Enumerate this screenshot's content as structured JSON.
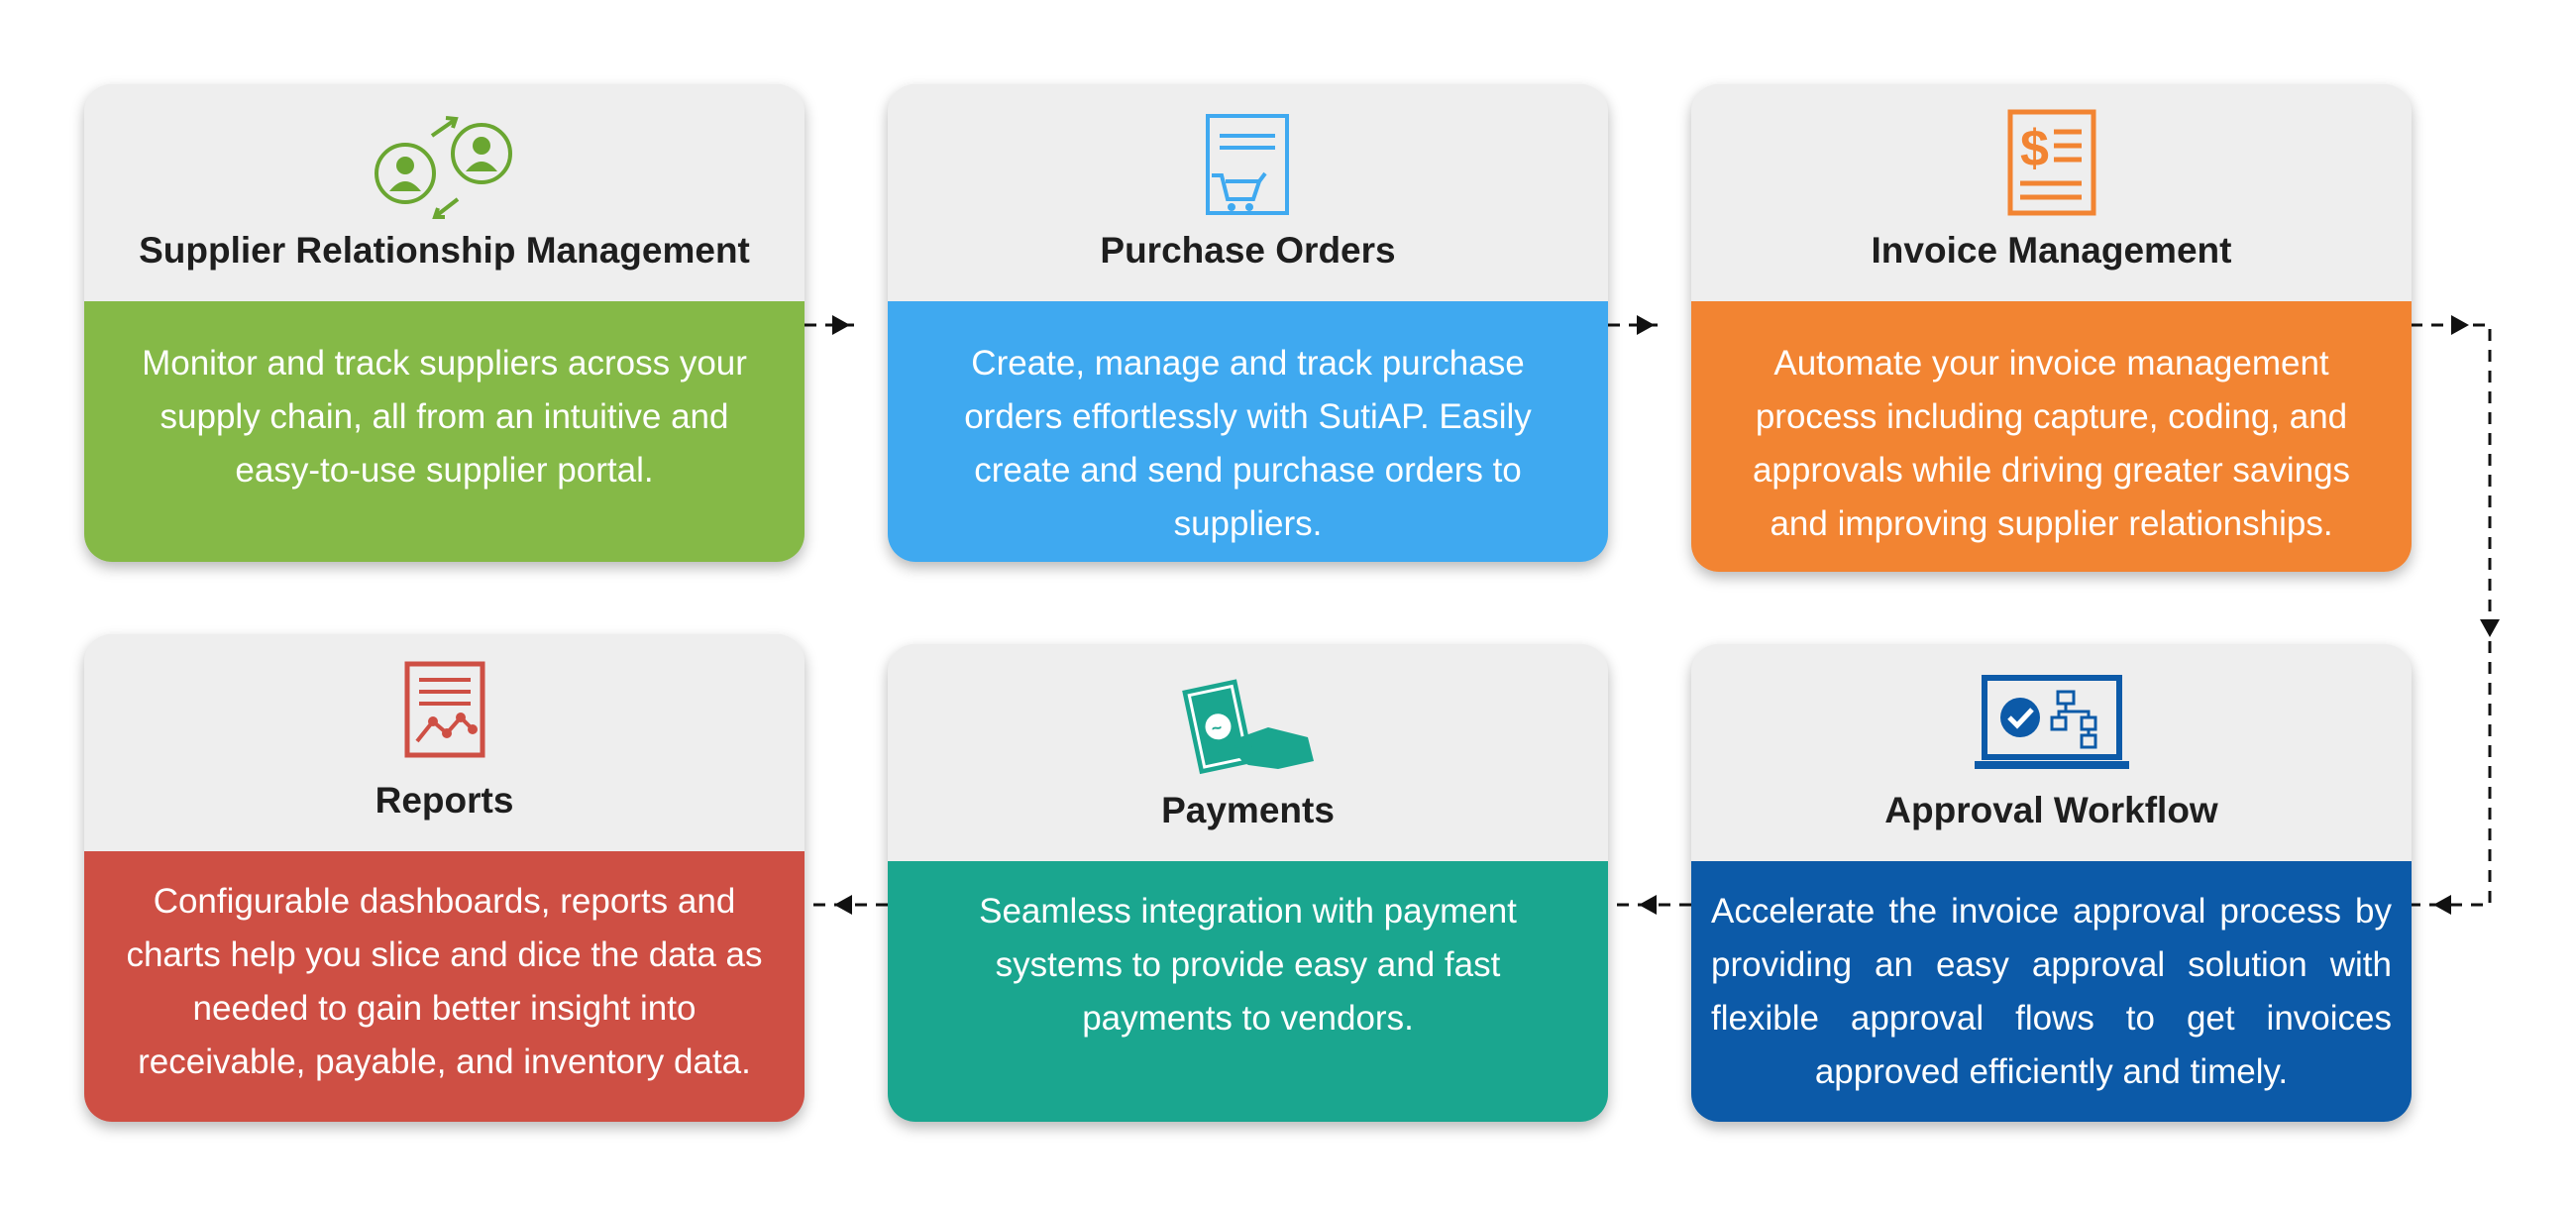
{
  "colors": {
    "green": "#85b947",
    "blue": "#3fa9f0",
    "orange": "#f28432",
    "red": "#ce4f44",
    "teal": "#1aa68f",
    "navy": "#0c5aa8",
    "header_bg": "#eeeeee"
  },
  "cards": {
    "supplier": {
      "title": "Supplier Relationship Management",
      "description": "Monitor and track suppliers across your supply chain, all from an intuitive and easy-to-use supplier portal.",
      "icon": "supplier-relationship-icon"
    },
    "purchase": {
      "title": "Purchase Orders",
      "description": "Create, manage and track purchase orders effortlessly with SutiAP. Easily create and send purchase orders to suppliers.",
      "icon": "purchase-order-icon"
    },
    "invoice": {
      "title": "Invoice Management",
      "description": "Automate your invoice management process including capture, coding, and approvals while driving greater savings and improving supplier relationships.",
      "icon": "invoice-icon"
    },
    "reports": {
      "title": "Reports",
      "description": "Configurable dashboards, reports and charts help you slice and dice the data as needed to gain better insight into receivable, payable, and inventory data.",
      "icon": "report-icon"
    },
    "payments": {
      "title": "Payments",
      "description": "Seamless integration with payment systems to provide easy and fast payments to vendors.",
      "icon": "payment-icon"
    },
    "approval": {
      "title": "Approval Workflow",
      "description": "Accelerate the invoice approval process by providing an easy approval solution with flexible approval flows to get invoices approved efficiently and timely.",
      "icon": "approval-workflow-icon"
    }
  },
  "flow": [
    "Supplier Relationship Management",
    "Purchase Orders",
    "Invoice Management",
    "Approval Workflow",
    "Payments",
    "Reports"
  ]
}
